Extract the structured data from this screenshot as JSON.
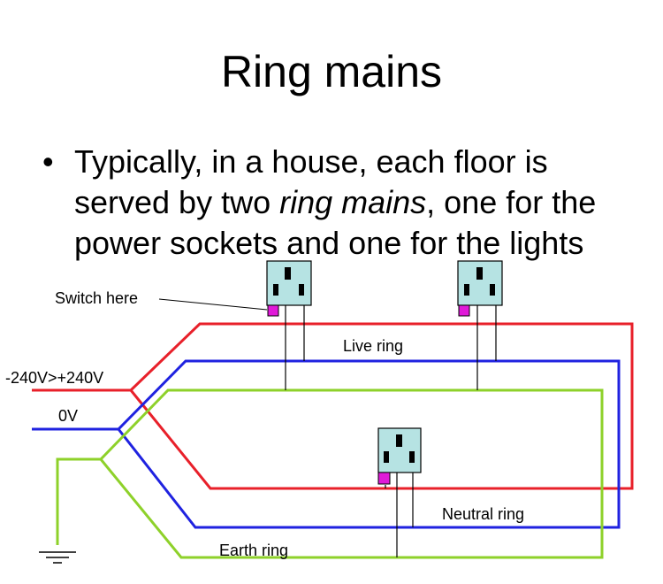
{
  "slide": {
    "title": "Ring mains",
    "bullet": {
      "symbol": "•",
      "line1": "Typically, in a house, each floor is",
      "line2_a": "served by two ",
      "line2_b": "ring mains",
      "line2_c": ", one for the",
      "line3": "power sockets and one for the lights"
    }
  },
  "diagram": {
    "labels": {
      "switch": "Switch here",
      "supply_live": "-240V>+240V",
      "supply_neutral": "0V",
      "live_ring": "Live ring",
      "neutral_ring": "Neutral ring",
      "earth_ring": "Earth ring"
    },
    "colors": {
      "live": "#e8202a",
      "neutral": "#1f22e0",
      "earth": "#8ed12a",
      "socket_face": "#b6e3e3",
      "switch": "#e01ad8"
    },
    "sockets": [
      "socket-top-left",
      "socket-top-right",
      "socket-bottom"
    ]
  }
}
